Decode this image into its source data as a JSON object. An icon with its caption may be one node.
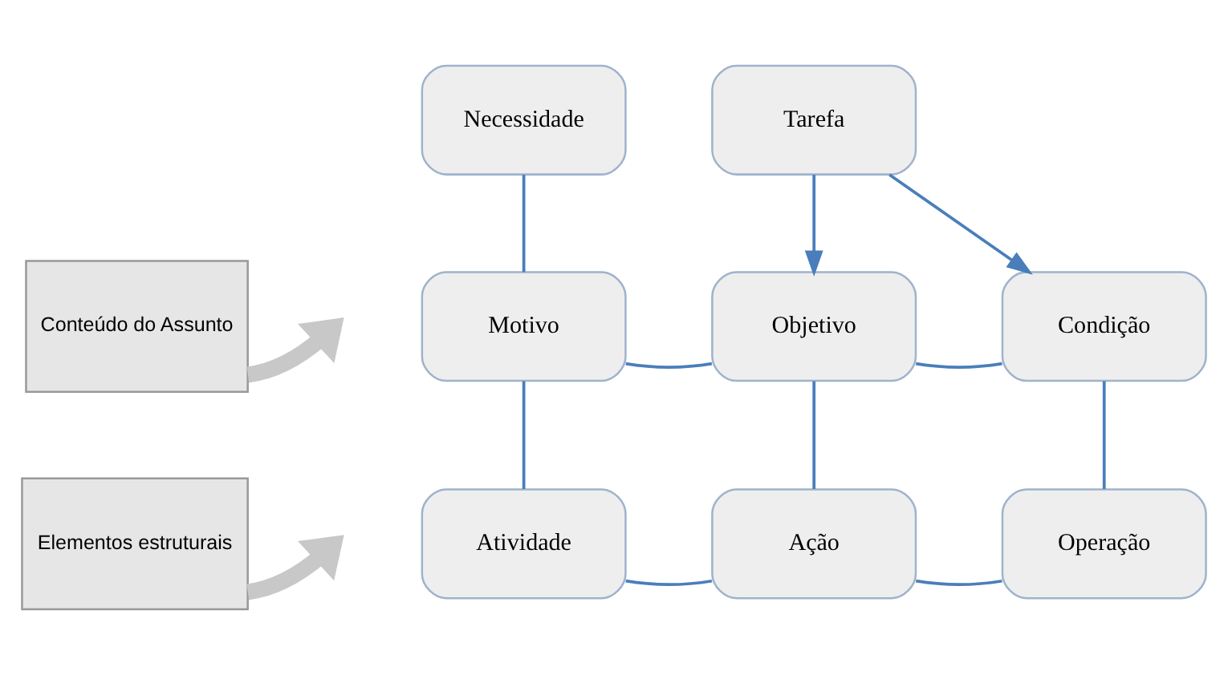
{
  "diagram": {
    "nodes": [
      {
        "text": [
          "Conteúdo do Assunto"
        ]
      },
      {
        "text": [
          "Elementos estruturais"
        ]
      },
      {
        "text": [
          "Necessidade"
        ]
      },
      {
        "text": [
          "Tarefa"
        ]
      },
      {
        "text": [
          "Motivo"
        ]
      },
      {
        "text": [
          "Objetivo"
        ]
      },
      {
        "text": [
          "Condição"
        ]
      },
      {
        "text": [
          "Atividade"
        ]
      },
      {
        "text": [
          "Ação"
        ]
      },
      {
        "text": [
          "Operação"
        ]
      }
    ],
    "edges": [
      {
        "from": 0,
        "to": null,
        "arrow": "to",
        "style": "thick",
        "color": "#c8c8c8"
      },
      {
        "from": 1,
        "to": null,
        "arrow": "to",
        "style": "thick",
        "color": "#c8c8c8"
      },
      {
        "from": 2,
        "to": 4,
        "arrow": "none"
      },
      {
        "from": 3,
        "to": 5,
        "arrow": "to"
      },
      {
        "from": 3,
        "to": 6,
        "arrow": "to"
      },
      {
        "from": 4,
        "to": 5,
        "arrow": "none"
      },
      {
        "from": 5,
        "to": 6,
        "arrow": "none"
      },
      {
        "from": 4,
        "to": 7,
        "arrow": "none"
      },
      {
        "from": 5,
        "to": 8,
        "arrow": "none"
      },
      {
        "from": 6,
        "to": 9,
        "arrow": "none"
      },
      {
        "from": 7,
        "to": 8,
        "arrow": "none"
      },
      {
        "from": 8,
        "to": 9,
        "arrow": "none"
      }
    ]
  }
}
